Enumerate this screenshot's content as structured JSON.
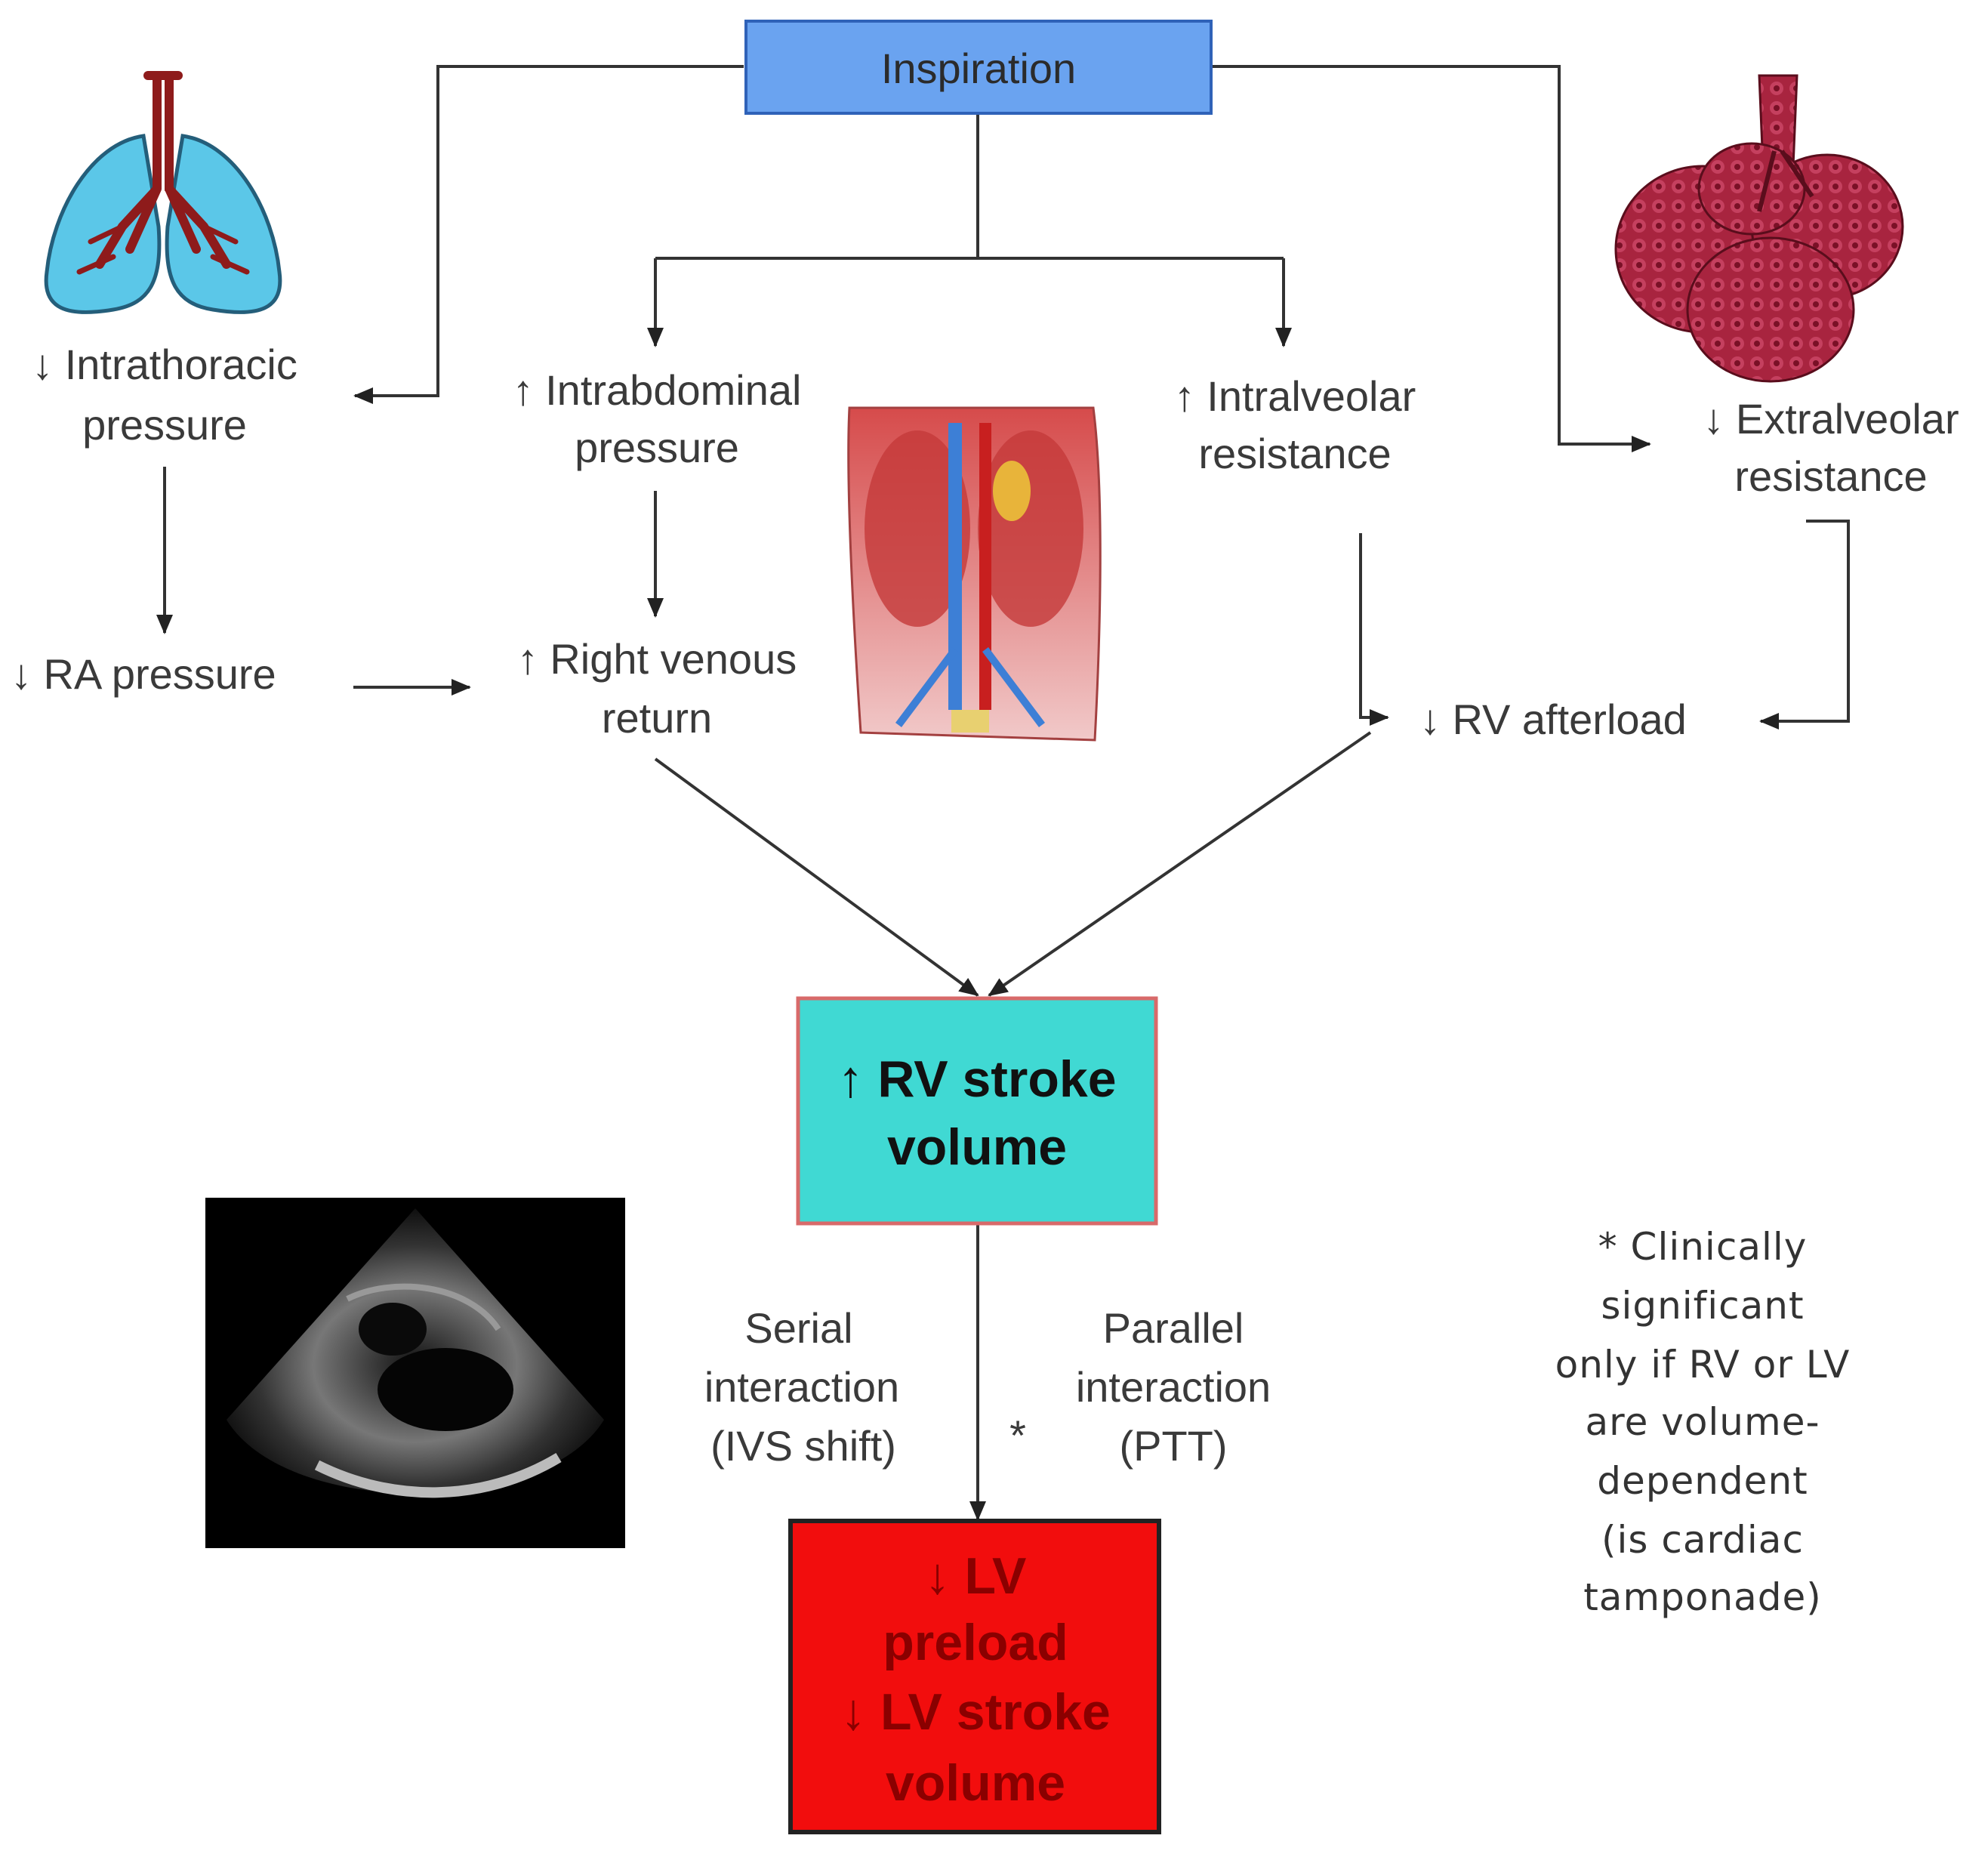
{
  "colors": {
    "inspiration_box": "#6aa3f0",
    "rv_box": "#40d9d3",
    "rv_border": "#d86a6a",
    "lv_box": "#f20d0d",
    "lung": "#5bc7e8",
    "bronchi": "#8e1b1b",
    "alveoli": "#a8243f"
  },
  "icons": {
    "lungs": "lungs-icon",
    "abdomen": "abdominal-anatomy-icon",
    "alveoli": "alveoli-cluster-icon",
    "echo": "echocardiogram-image"
  },
  "nodes": {
    "inspiration": "Inspiration",
    "intrathoracic": [
      "↓ Intrathoracic",
      "pressure"
    ],
    "intrabdominal": [
      "↑ Intrabdominal",
      "pressure"
    ],
    "intralveolar": [
      "↑ Intralveolar",
      "resistance"
    ],
    "extralveolar": [
      "↓ Extralveolar",
      "resistance"
    ],
    "ra_pressure": "↓ RA pressure",
    "venous_return": [
      "↑ Right venous",
      "return"
    ],
    "rv_afterload": "↓ RV afterload",
    "rv_stroke": [
      "↑ RV stroke",
      "volume"
    ],
    "lv": [
      "↓ LV",
      "preload",
      "↓ LV stroke",
      "volume"
    ]
  },
  "edge_labels": {
    "serial": [
      "Serial",
      "interaction",
      "(IVS shift)"
    ],
    "parallel": [
      "Parallel",
      "interaction",
      "(PTT)"
    ],
    "asterisk": "*"
  },
  "note": [
    "* Clinically",
    "significant",
    "only if RV or LV",
    "are volume-",
    "dependent",
    "(is cardiac",
    "tamponade)"
  ]
}
